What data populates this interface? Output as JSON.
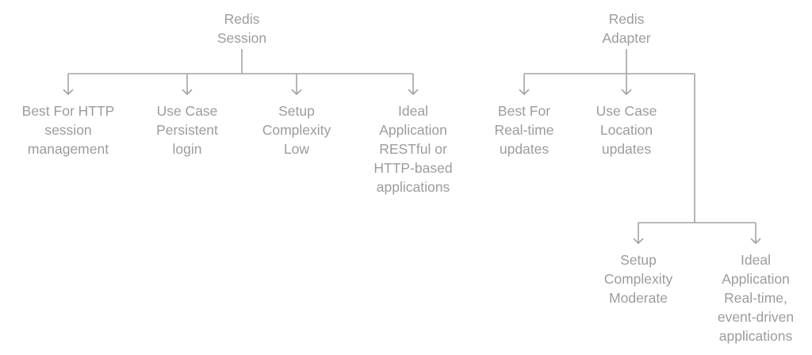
{
  "diagram": {
    "colors": {
      "text": "#9c9c9c",
      "line": "#a3a3a3"
    },
    "roots": [
      {
        "id": "redis-session",
        "lines": [
          "Redis",
          "Session"
        ],
        "children": [
          {
            "id": "session-best-for",
            "lines": [
              "Best For HTTP",
              "session",
              "management"
            ]
          },
          {
            "id": "session-use-case",
            "lines": [
              "Use Case",
              "Persistent",
              "login"
            ]
          },
          {
            "id": "session-setup-complexity",
            "lines": [
              "Setup",
              "Complexity",
              "Low"
            ]
          },
          {
            "id": "session-ideal-application",
            "lines": [
              "Ideal",
              "Application",
              "RESTful or",
              "HTTP-based",
              "applications"
            ]
          }
        ]
      },
      {
        "id": "redis-adapter",
        "lines": [
          "Redis",
          "Adapter"
        ],
        "children": [
          {
            "id": "adapter-best-for",
            "lines": [
              "Best For",
              "Real-time",
              "updates"
            ]
          },
          {
            "id": "adapter-use-case",
            "lines": [
              "Use Case",
              "Location",
              "updates"
            ]
          },
          {
            "id": "adapter-setup-complexity",
            "lines": [
              "Setup",
              "Complexity",
              "Moderate"
            ]
          },
          {
            "id": "adapter-ideal-application",
            "lines": [
              "Ideal",
              "Application",
              "Real-time,",
              "event-driven",
              "applications"
            ]
          }
        ]
      }
    ]
  }
}
